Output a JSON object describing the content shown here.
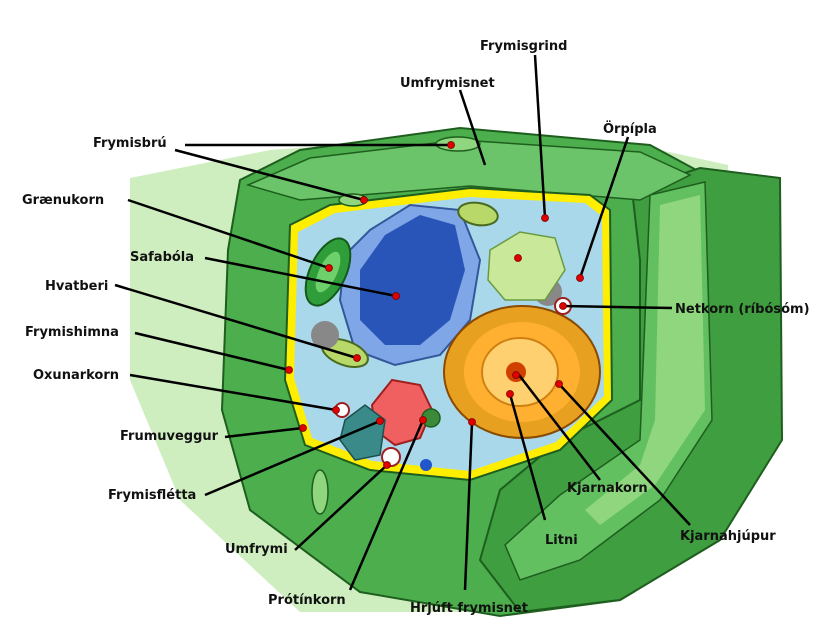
{
  "diagram": {
    "labels": {
      "frymisgrind": "Frymisgrind",
      "umfrymisnet": "Umfrymisnet",
      "orpipla": "Örpípla",
      "frymisbru": "Frymisbrú",
      "graenukorn": "Grænukorn",
      "safabola": "Safabóla",
      "hvatberi": "Hvatberi",
      "frymishimna": "Frymishimna",
      "oxunarkorn": "Oxunarkorn",
      "frumuveggur": "Frumuveggur",
      "frymisfletta": "Frymisflétta",
      "umfrymi": "Umfrymi",
      "protinkorn": "Prótínkorn",
      "hrjuft_frymisnet": "Hrjúft frymisnet",
      "netkorn": "Netkorn (ríbósóm)",
      "kjarnakorn": "Kjarnakorn",
      "litni": "Litni",
      "kjarnahjupur": "Kjarnahjúpur"
    },
    "colors": {
      "wall_outer": "#4cae4c",
      "wall_dark": "#2e8b2e",
      "wall_light": "#9ad98a",
      "background_cell": "#c9ecb8",
      "membrane": "#ffee00",
      "cytoplasm": "#a8d8ea",
      "vacuole": "#7fa7e8",
      "vacuole_core": "#2a55b8",
      "nucleus_outer": "#e8a020",
      "nucleus_inner": "#ffb030",
      "nucleolus": "#d04000",
      "golgi": "#f06060",
      "pointer": "#e00000"
    }
  }
}
